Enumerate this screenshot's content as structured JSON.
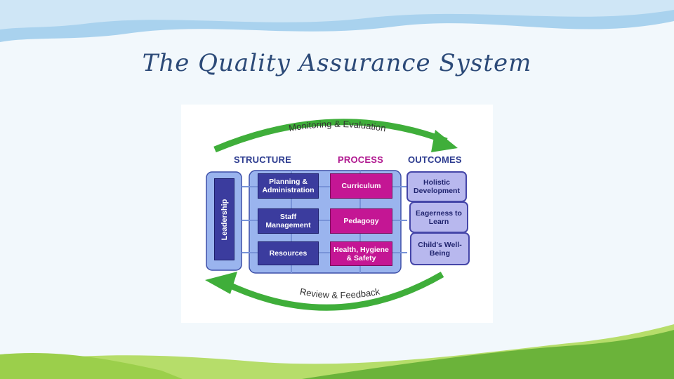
{
  "slide": {
    "title": "The Quality Assurance System"
  },
  "diagram": {
    "top_arrow_label": "Monitoring & Evaluation",
    "bottom_arrow_label": "Review & Feedback",
    "columns": {
      "structure": "STRUCTURE",
      "process": "PROCESS",
      "outcomes": "OUTCOMES"
    },
    "leadership": "Leadership",
    "structure_items": [
      "Planning & Administration",
      "Staff Management",
      "Resources"
    ],
    "process_items": [
      "Curriculum",
      "Pedagogy",
      "Health, Hygiene & Safety"
    ],
    "outcome_items": [
      "Holistic Development",
      "Eagerness to Learn",
      "Child's Well-Being"
    ],
    "colors": {
      "structure": "#3b3c9e",
      "process": "#c41694",
      "outcome": "#b8b8ee",
      "frame": "#9ab4ee",
      "arrow": "#3fae3a"
    }
  }
}
